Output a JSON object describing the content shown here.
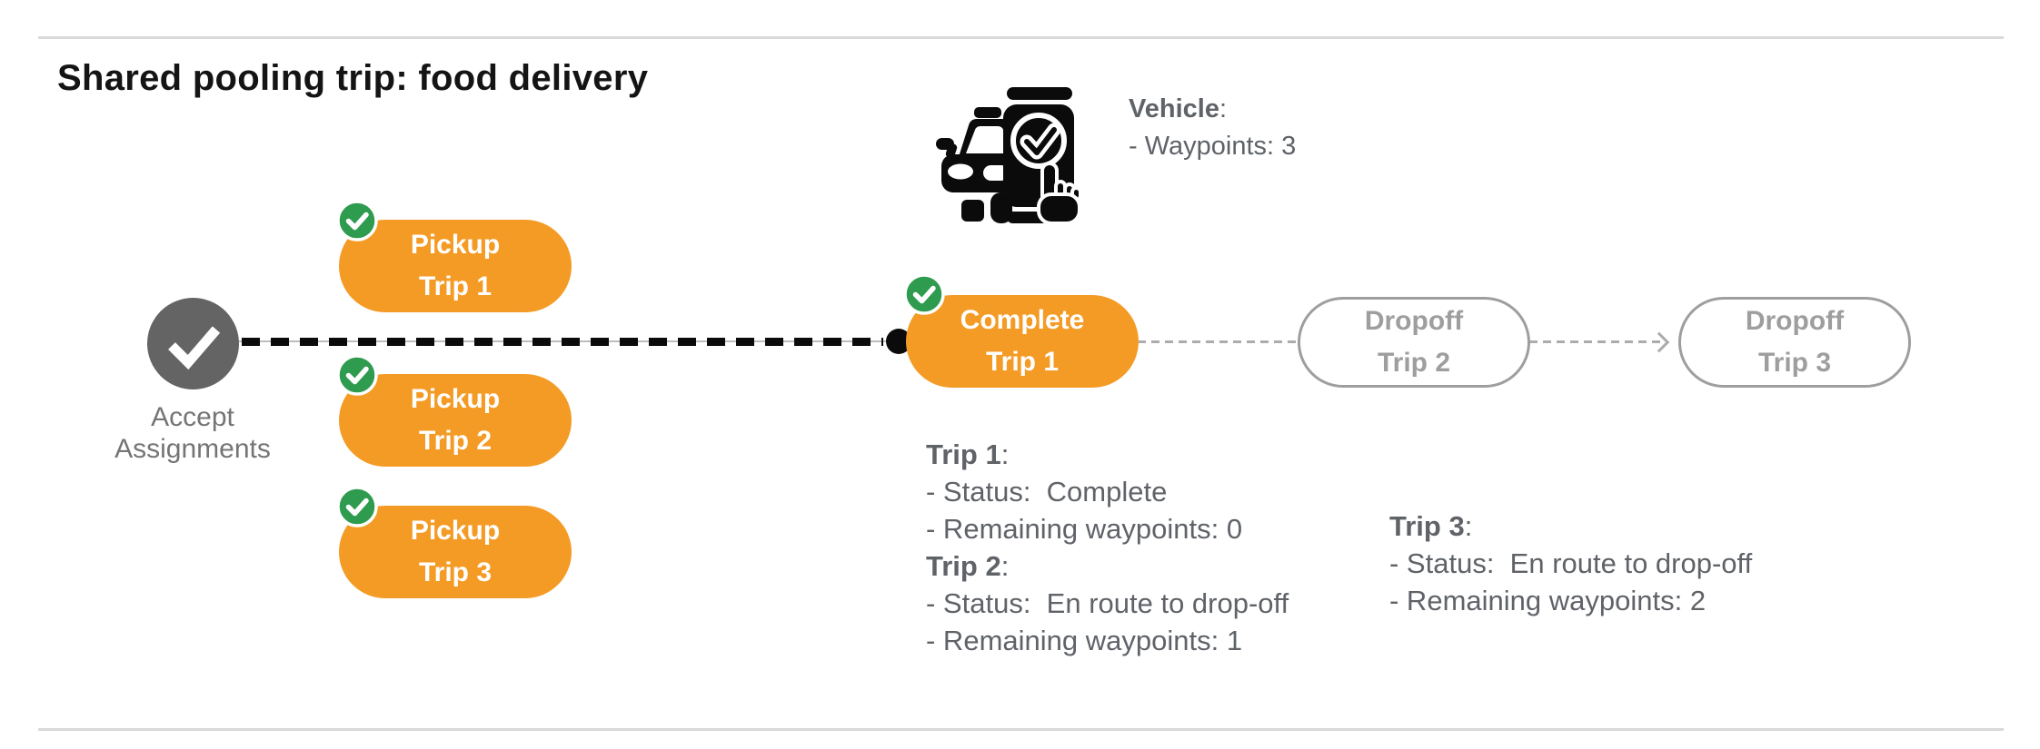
{
  "title": "Shared pooling trip: food delivery",
  "vehicle": {
    "name": "Vehicle",
    "colon": ":",
    "waypoints": "- Waypoints: 3"
  },
  "accept": {
    "line1": "Accept",
    "line2": "Assignments"
  },
  "nodes": {
    "pickup1": {
      "line1": "Pickup",
      "line2": "Trip 1"
    },
    "pickup2": {
      "line1": "Pickup",
      "line2": "Trip 2"
    },
    "pickup3": {
      "line1": "Pickup",
      "line2": "Trip 3"
    },
    "complete1": {
      "line1": "Complete",
      "line2": "Trip 1"
    },
    "dropoff2": {
      "line1": "Dropoff",
      "line2": "Trip 2"
    },
    "dropoff3": {
      "line1": "Dropoff",
      "line2": "Trip 3"
    }
  },
  "trips": [
    {
      "name": "Trip 1",
      "colon": ":",
      "status": "- Status:  Complete",
      "waypoints": "- Remaining waypoints: 0"
    },
    {
      "name": "Trip 2",
      "colon": ":",
      "status": "- Status:  En route to drop-off",
      "waypoints": "- Remaining waypoints: 1"
    },
    {
      "name": "Trip 3",
      "colon": ":",
      "status": "- Status:  En route to drop-off",
      "waypoints": "- Remaining waypoints: 2"
    }
  ],
  "icons": {
    "vehicle": "car-with-phone-check-icon",
    "accept": "check-circle-icon",
    "done_badge": "check-badge-icon",
    "arrow": "dashed-arrow-right-icon"
  },
  "colors": {
    "accent_orange": "#F49B25",
    "badge_green": "#2E9B4F",
    "accept_gray": "#646464",
    "muted_text": "#5F6368",
    "label_gray": "#757575",
    "outline_gray": "#9E9E9E",
    "divider": "#D9D9D9",
    "black": "#0B0B0B"
  }
}
